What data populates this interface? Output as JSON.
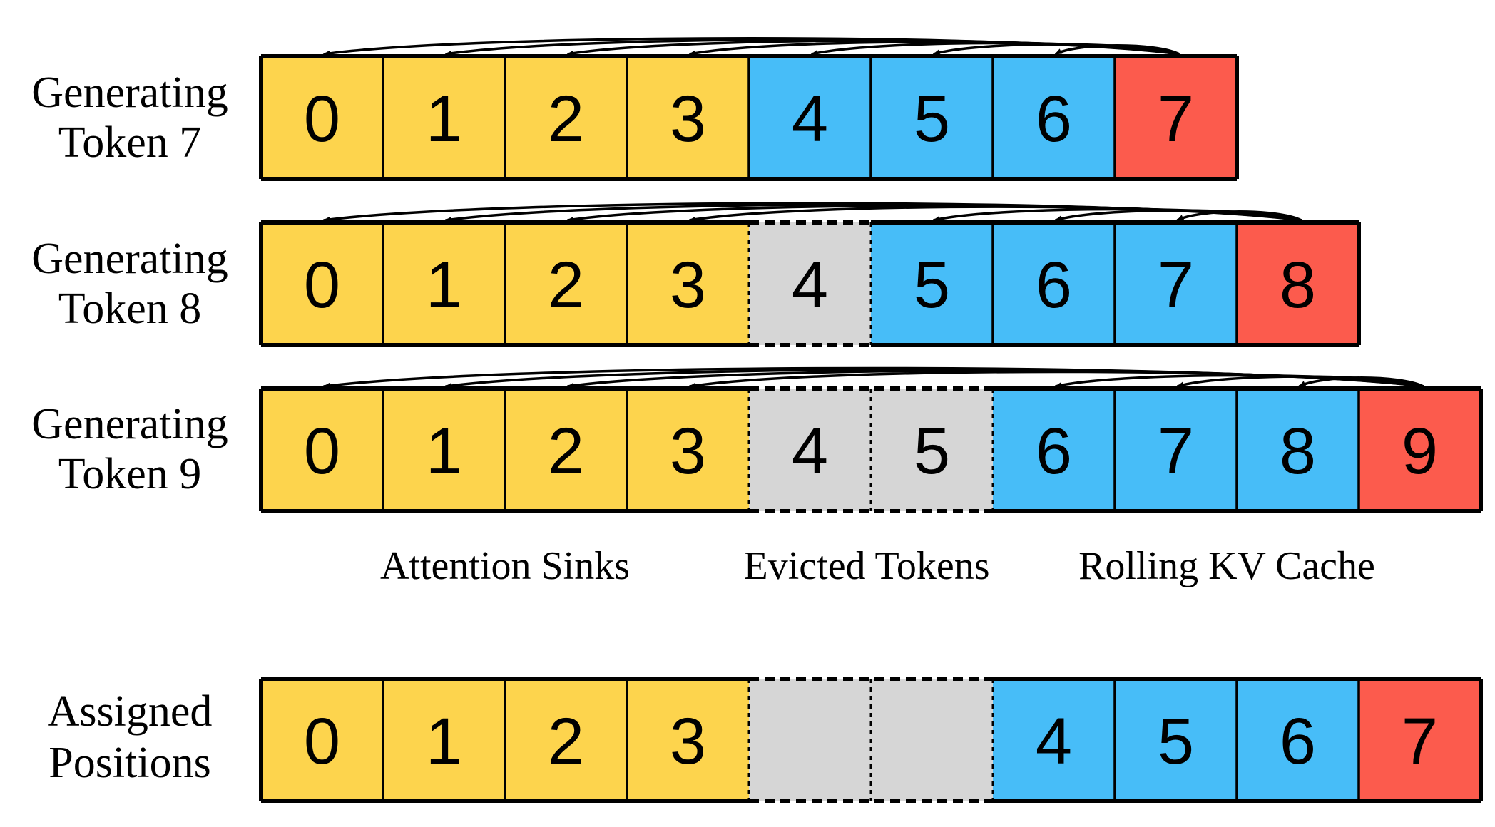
{
  "colors": {
    "sink": "#FDD44D",
    "cache": "#47BDF8",
    "current": "#FC5B4D",
    "evicted": "#D6D6D6",
    "border": "#000000"
  },
  "rows": [
    {
      "label_line1": "Generating",
      "label_line2": "Token 7",
      "cells": [
        {
          "text": "0",
          "kind": "sink"
        },
        {
          "text": "1",
          "kind": "sink"
        },
        {
          "text": "2",
          "kind": "sink"
        },
        {
          "text": "3",
          "kind": "sink"
        },
        {
          "text": "4",
          "kind": "cache"
        },
        {
          "text": "5",
          "kind": "cache"
        },
        {
          "text": "6",
          "kind": "cache"
        },
        {
          "text": "7",
          "kind": "current"
        }
      ],
      "attends_to": [
        0,
        1,
        2,
        3,
        4,
        5,
        6
      ]
    },
    {
      "label_line1": "Generating",
      "label_line2": "Token 8",
      "cells": [
        {
          "text": "0",
          "kind": "sink"
        },
        {
          "text": "1",
          "kind": "sink"
        },
        {
          "text": "2",
          "kind": "sink"
        },
        {
          "text": "3",
          "kind": "sink"
        },
        {
          "text": "4",
          "kind": "evicted"
        },
        {
          "text": "5",
          "kind": "cache"
        },
        {
          "text": "6",
          "kind": "cache"
        },
        {
          "text": "7",
          "kind": "cache"
        },
        {
          "text": "8",
          "kind": "current"
        }
      ],
      "attends_to": [
        0,
        1,
        2,
        3,
        5,
        6,
        7
      ]
    },
    {
      "label_line1": "Generating",
      "label_line2": "Token 9",
      "cells": [
        {
          "text": "0",
          "kind": "sink"
        },
        {
          "text": "1",
          "kind": "sink"
        },
        {
          "text": "2",
          "kind": "sink"
        },
        {
          "text": "3",
          "kind": "sink"
        },
        {
          "text": "4",
          "kind": "evicted"
        },
        {
          "text": "5",
          "kind": "evicted"
        },
        {
          "text": "6",
          "kind": "cache"
        },
        {
          "text": "7",
          "kind": "cache"
        },
        {
          "text": "8",
          "kind": "cache"
        },
        {
          "text": "9",
          "kind": "current"
        }
      ],
      "attends_to": [
        0,
        1,
        2,
        3,
        6,
        7,
        8
      ]
    },
    {
      "label_line1": "Assigned",
      "label_line2": "Positions",
      "cells": [
        {
          "text": "0",
          "kind": "sink"
        },
        {
          "text": "1",
          "kind": "sink"
        },
        {
          "text": "2",
          "kind": "sink"
        },
        {
          "text": "3",
          "kind": "sink"
        },
        {
          "text": "",
          "kind": "evicted"
        },
        {
          "text": "",
          "kind": "evicted"
        },
        {
          "text": "4",
          "kind": "cache"
        },
        {
          "text": "5",
          "kind": "cache"
        },
        {
          "text": "6",
          "kind": "cache"
        },
        {
          "text": "7",
          "kind": "current"
        }
      ],
      "attends_to": []
    }
  ],
  "legend": {
    "attention_sinks": "Attention Sinks",
    "evicted_tokens": "Evicted Tokens",
    "rolling_kv_cache": "Rolling KV Cache"
  }
}
